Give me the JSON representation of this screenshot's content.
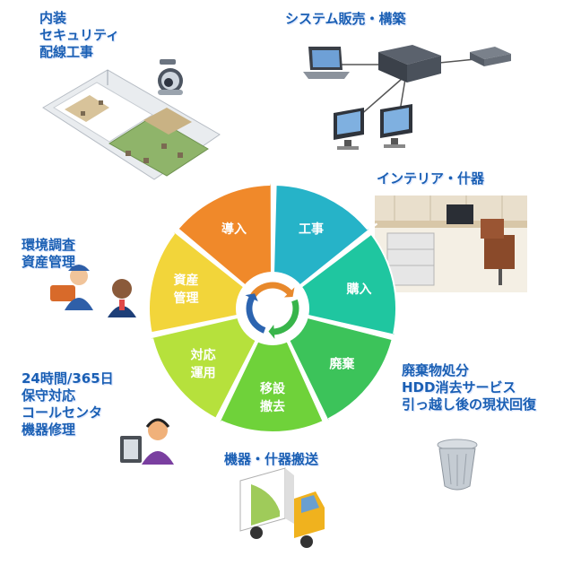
{
  "labels": {
    "interior_security": [
      "内装",
      "セキュリティ",
      "配線工事"
    ],
    "system_sales": [
      "システム販売・構築"
    ],
    "interior_fixtures": [
      "インテリア・什器"
    ],
    "survey_asset": [
      "環境調査",
      "資産管理"
    ],
    "disposal": [
      "廃棄物処分",
      "HDD消去サービス",
      "引っ越し後の現状回復"
    ],
    "support": [
      "24時間/365日",
      "保守対応",
      "コールセンタ",
      "機器修理"
    ],
    "transport": [
      "機器・什器搬送"
    ]
  },
  "wheel": {
    "segments": [
      {
        "name": "導入",
        "color": "#f0892a"
      },
      {
        "name": "工事",
        "color": "#26b3c8"
      },
      {
        "name": "購入",
        "color": "#1fc6a0"
      },
      {
        "name": "廃棄",
        "color": "#3cc35a"
      },
      {
        "name": "移設\n撤去",
        "color": "#6fd23a"
      },
      {
        "name": "対応\n運用",
        "color": "#b6e13c"
      },
      {
        "name": "資産\n管理",
        "color": "#f2d53a"
      }
    ]
  },
  "colors": {
    "label": "#1a5fb4"
  }
}
